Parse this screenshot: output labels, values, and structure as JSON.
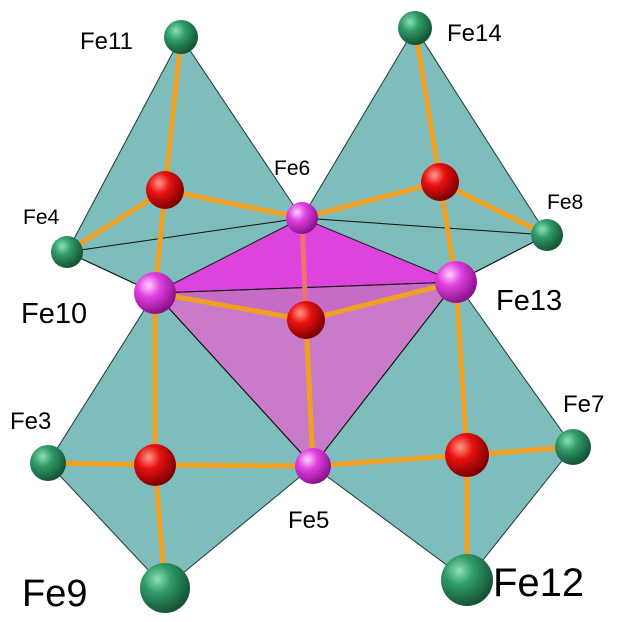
{
  "labels": {
    "fe11": "Fe11",
    "fe14": "Fe14",
    "fe6": "Fe6",
    "fe4": "Fe4",
    "fe8": "Fe8",
    "fe10": "Fe10",
    "fe13": "Fe13",
    "fe3": "Fe3",
    "fe7": "Fe7",
    "fe5": "Fe5",
    "fe9": "Fe9",
    "fe12": "Fe12"
  },
  "colors": {
    "polyhedron_fill": "#7fbcbc",
    "octahedron_fill": "#c46fc4",
    "octahedron_top": "#dd44dd",
    "bond": "#f0a020",
    "oxygen_atom": "#e81010",
    "green_iron_atom": "#2a8a5a",
    "magenta_iron_atom": "#e040e0"
  }
}
